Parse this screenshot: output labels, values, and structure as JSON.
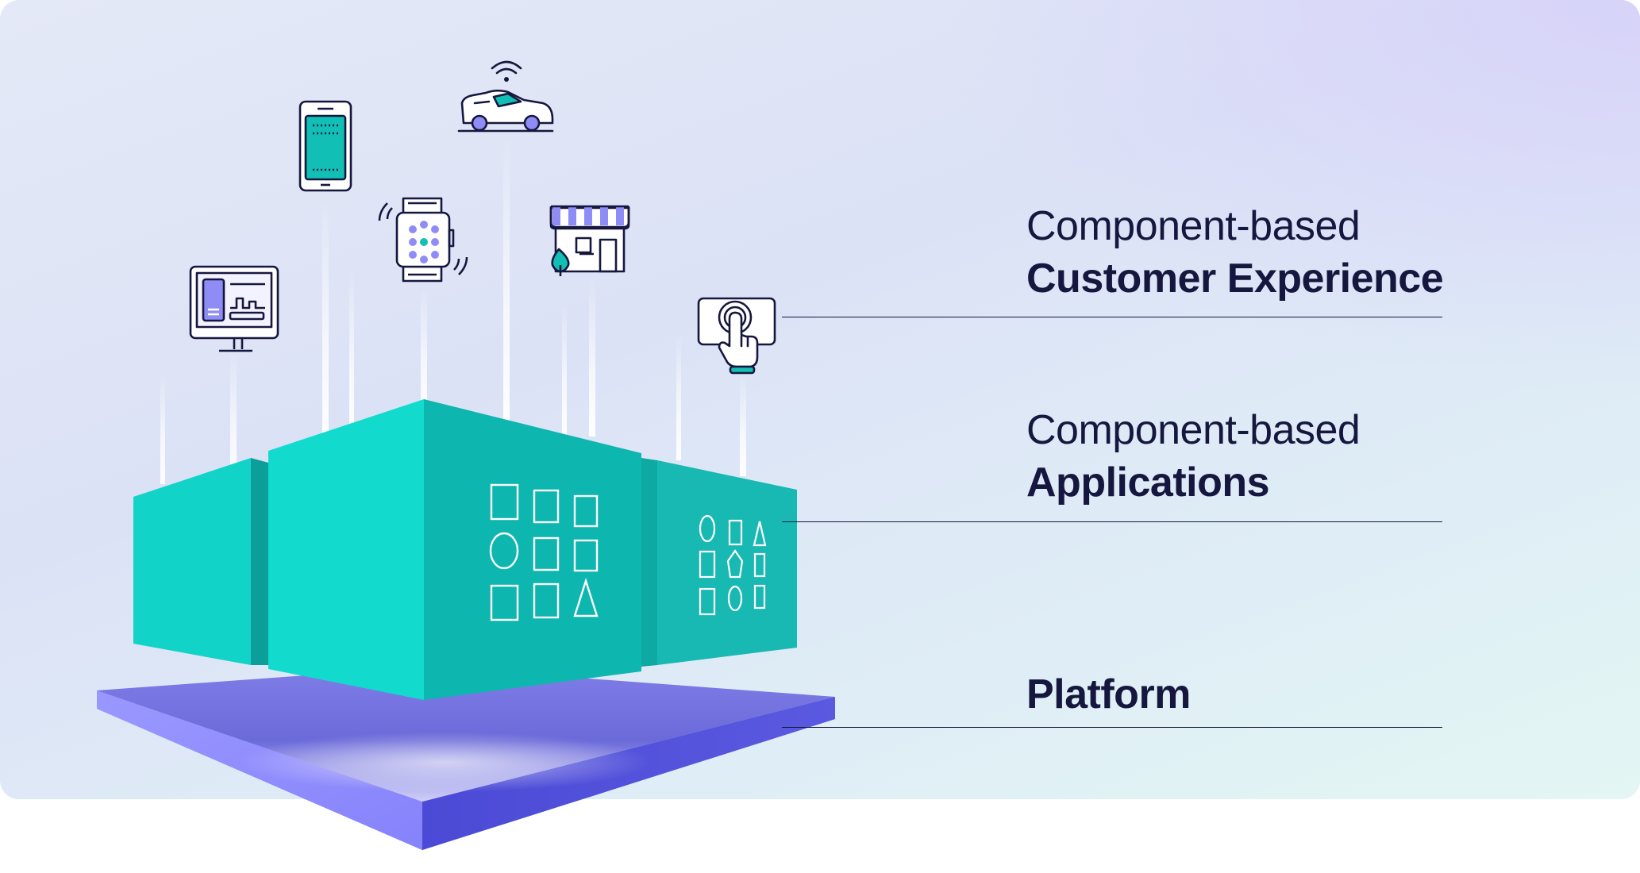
{
  "colors": {
    "teal_light": "#11d9cc",
    "teal_mid": "#0fb7b1",
    "teal_dark": "#0b9d97",
    "platform_top": "#8d8cf5",
    "platform_front_left": "#8f8cff",
    "platform_front_right": "#4f4ed9",
    "ink": "#16173e",
    "accent_teal": "#11bfb4",
    "accent_purple": "#8f8cf5"
  },
  "layers": [
    {
      "light": "Component-based",
      "bold": "Customer Experience"
    },
    {
      "light": "Component-based",
      "bold": "Applications"
    },
    {
      "light": "",
      "bold": "Platform"
    }
  ],
  "icons": [
    "desktop-monitor-icon",
    "smartphone-icon",
    "smartwatch-icon",
    "connected-car-icon",
    "storefront-icon",
    "touchscreen-tap-icon"
  ],
  "component_shapes": [
    "square-shape",
    "circle-shape",
    "triangle-shape",
    "pentagon-shape"
  ]
}
